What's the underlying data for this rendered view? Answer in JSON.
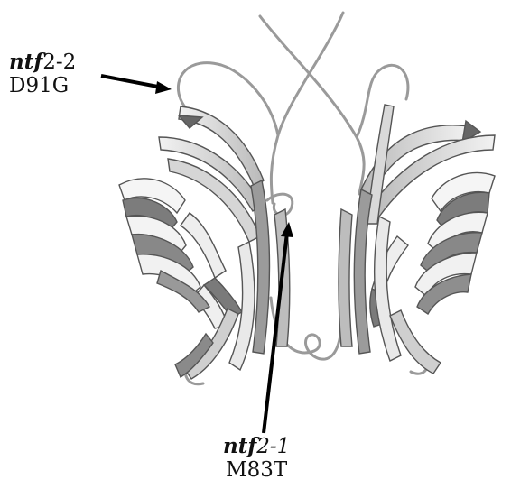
{
  "labels": {
    "top": {
      "gene_italic": "ntf",
      "gene_tail": "2-2",
      "mutation": "D91G"
    },
    "bottom": {
      "gene_italic": "ntf",
      "gene_tail": "2-1",
      "mutation": "M83T"
    }
  },
  "colors": {
    "outline": "#555555",
    "strand_light": "#efefef",
    "strand_dark": "#8a8a8a",
    "helix_light": "#f4f4f4",
    "helix_dark": "#7a7a7a",
    "arrow": "#000000"
  }
}
